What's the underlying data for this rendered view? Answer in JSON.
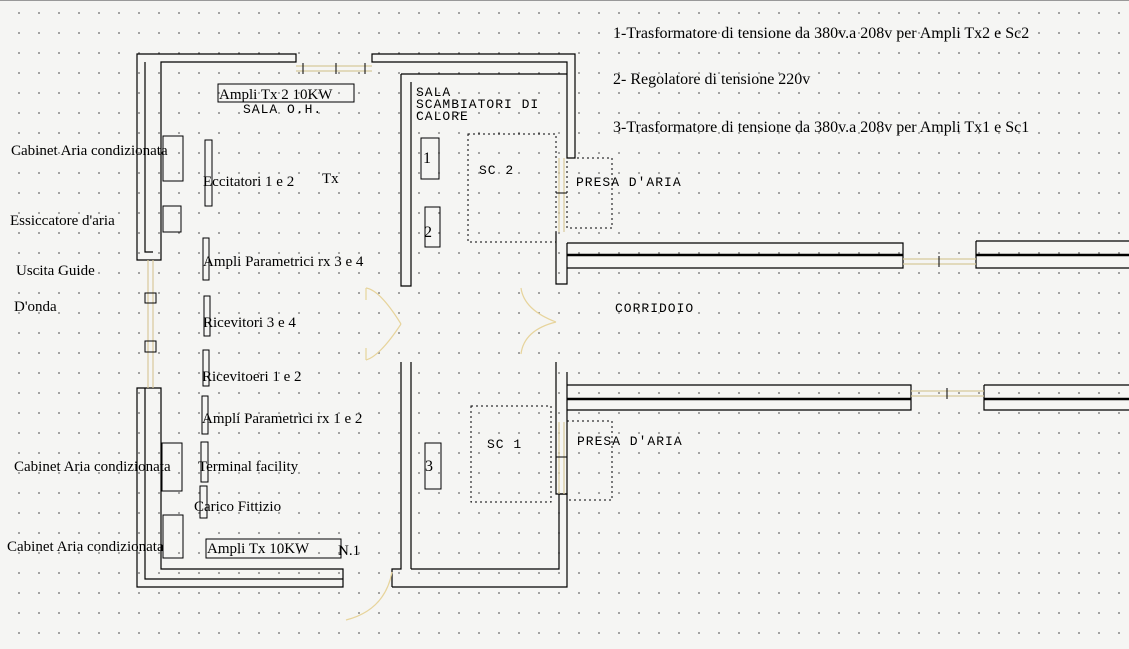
{
  "notes": [
    "1-Trasformatore di tensione da 380v.a 208v per Ampli Tx2 e Sc2",
    "2- Regolatore di tensione 220v",
    "3-Trasformatore di tensione da 380v.a 208v per Ampli Tx1 e Sc1"
  ],
  "rooms": {
    "sala_oh": "SALA O.H.",
    "scambiatori_line1": "SALA",
    "scambiatori_line2": "SCAMBIATORI DI",
    "scambiatori_line3": "CALORE",
    "corridoio": "CORRIDOIO",
    "sc2": "SC 2",
    "sc1": "SC 1",
    "presa_aria_top": "PRESA D'ARIA",
    "presa_aria_bottom": "PRESA D'ARIA"
  },
  "equipment": {
    "ampli_tx2": "Ampli Tx 2 10KW",
    "ampli_tx1": "Ampli Tx 10KW",
    "n1": "N.1",
    "tx": "Tx",
    "eccitatori": "Eccitatori 1 e 2",
    "ampli_param_rx34": "Ampli Parametrici rx 3 e 4",
    "ricevitori_34": "Ricevitori 3 e 4",
    "ricevitori_12": "Ricevitoeri 1 e 2",
    "ampli_param_rx12": "Ampli Parametrici rx 1 e 2",
    "terminal_facility": "Terminal facility",
    "carico_fittizio": "Carico Fittizio"
  },
  "side_labels": {
    "cabinet_top": "Cabinet Aria condizionata",
    "essiccatore": "Essiccatore d'aria",
    "uscita_guide": "Uscita Guide",
    "donda": "D'onda",
    "cabinet_mid": "Cabinet Aria condizionata",
    "cabinet_bottom": "Cabinet Aria condizionata"
  },
  "markers": [
    "1",
    "2",
    "3"
  ]
}
